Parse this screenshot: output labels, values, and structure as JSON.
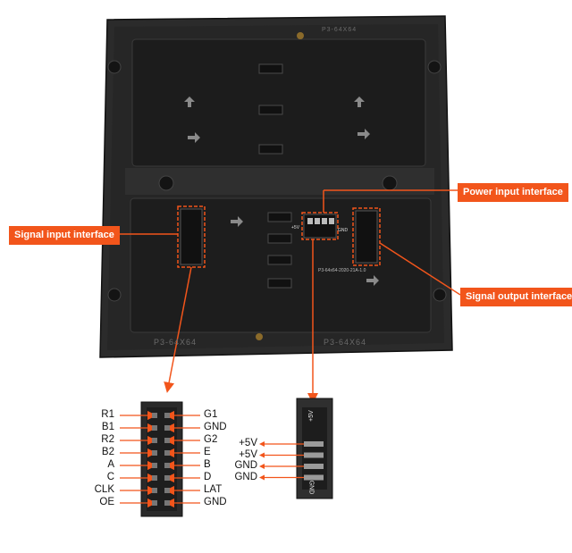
{
  "callouts": {
    "power_input": "Power input interface",
    "signal_input": "Signal input interface",
    "signal_output": "Signal output interface"
  },
  "board": {
    "top_silkscreen": "P3-64x64-2020-21A-1.0",
    "bottom_mold_left": "P3-64X64",
    "bottom_mold_right": "P3-64X64",
    "top_mold": "P3-64X64",
    "power_header_plus": "+5V",
    "power_header_gnd": "GND"
  },
  "hub75": {
    "left_pins": [
      "R1",
      "B1",
      "R2",
      "B2",
      "A",
      "C",
      "CLK",
      "OE"
    ],
    "right_pins": [
      "G1",
      "GND",
      "G2",
      "E",
      "B",
      "D",
      "LAT",
      "GND"
    ]
  },
  "power_connector": {
    "labels": [
      "+5V",
      "+5V",
      "GND",
      "GND"
    ],
    "top_mark": "+5V",
    "bottom_mark": "GND"
  },
  "colors": {
    "accent": "#f2551b",
    "board": "#2a2a2a",
    "board_dark": "#1a1a1a"
  }
}
